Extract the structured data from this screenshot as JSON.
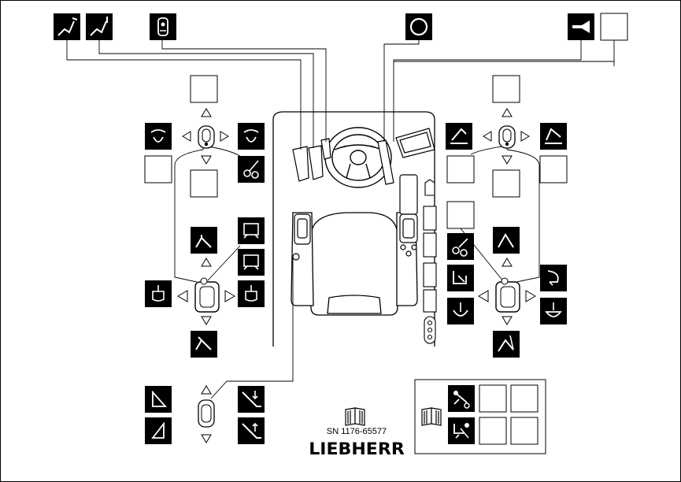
{
  "serial_number": "SN 1176-65577",
  "brand": "LIEBHERR",
  "icons": {
    "top": [
      "boom-raise-icon",
      "boom-raise-alt-icon",
      "operator-seat-icon",
      "ring-icon",
      "horn-icon",
      "blank-slot"
    ],
    "left_upper_joystick": [
      "blank-slot",
      "rotate-left-icon",
      "rotate-right-icon",
      "blank-slot",
      "blank-slot",
      "grapple-icon"
    ],
    "left_lower_joystick": [
      "boom-icon",
      "outrigger-front-icon",
      "outrigger-rear-icon",
      "swing-left-icon",
      "swing-right-icon",
      "boom-lower-icon"
    ],
    "right_upper_joystick": [
      "blank-slot",
      "arm-retract-icon",
      "arm-extend-icon",
      "blank-slot",
      "blank-slot",
      "blank-slot"
    ],
    "right_lower_joystick": [
      "blank-slot",
      "grapple-open-icon",
      "bucket-curl-icon",
      "stick-in-icon",
      "stick-out-icon",
      "bucket-dump-icon",
      "rotate-bucket-icon",
      "stick-lower-icon"
    ],
    "bottom_left": [
      "tilt-left-icon",
      "tilt-right-icon",
      "blade-lower-icon",
      "blade-raise-icon"
    ],
    "bottom_panel": [
      "manual-icon",
      "quick-coupler-icon",
      "quick-coupler-alt-icon",
      "blank-slot",
      "blank-slot",
      "blank-slot",
      "blank-slot"
    ]
  }
}
